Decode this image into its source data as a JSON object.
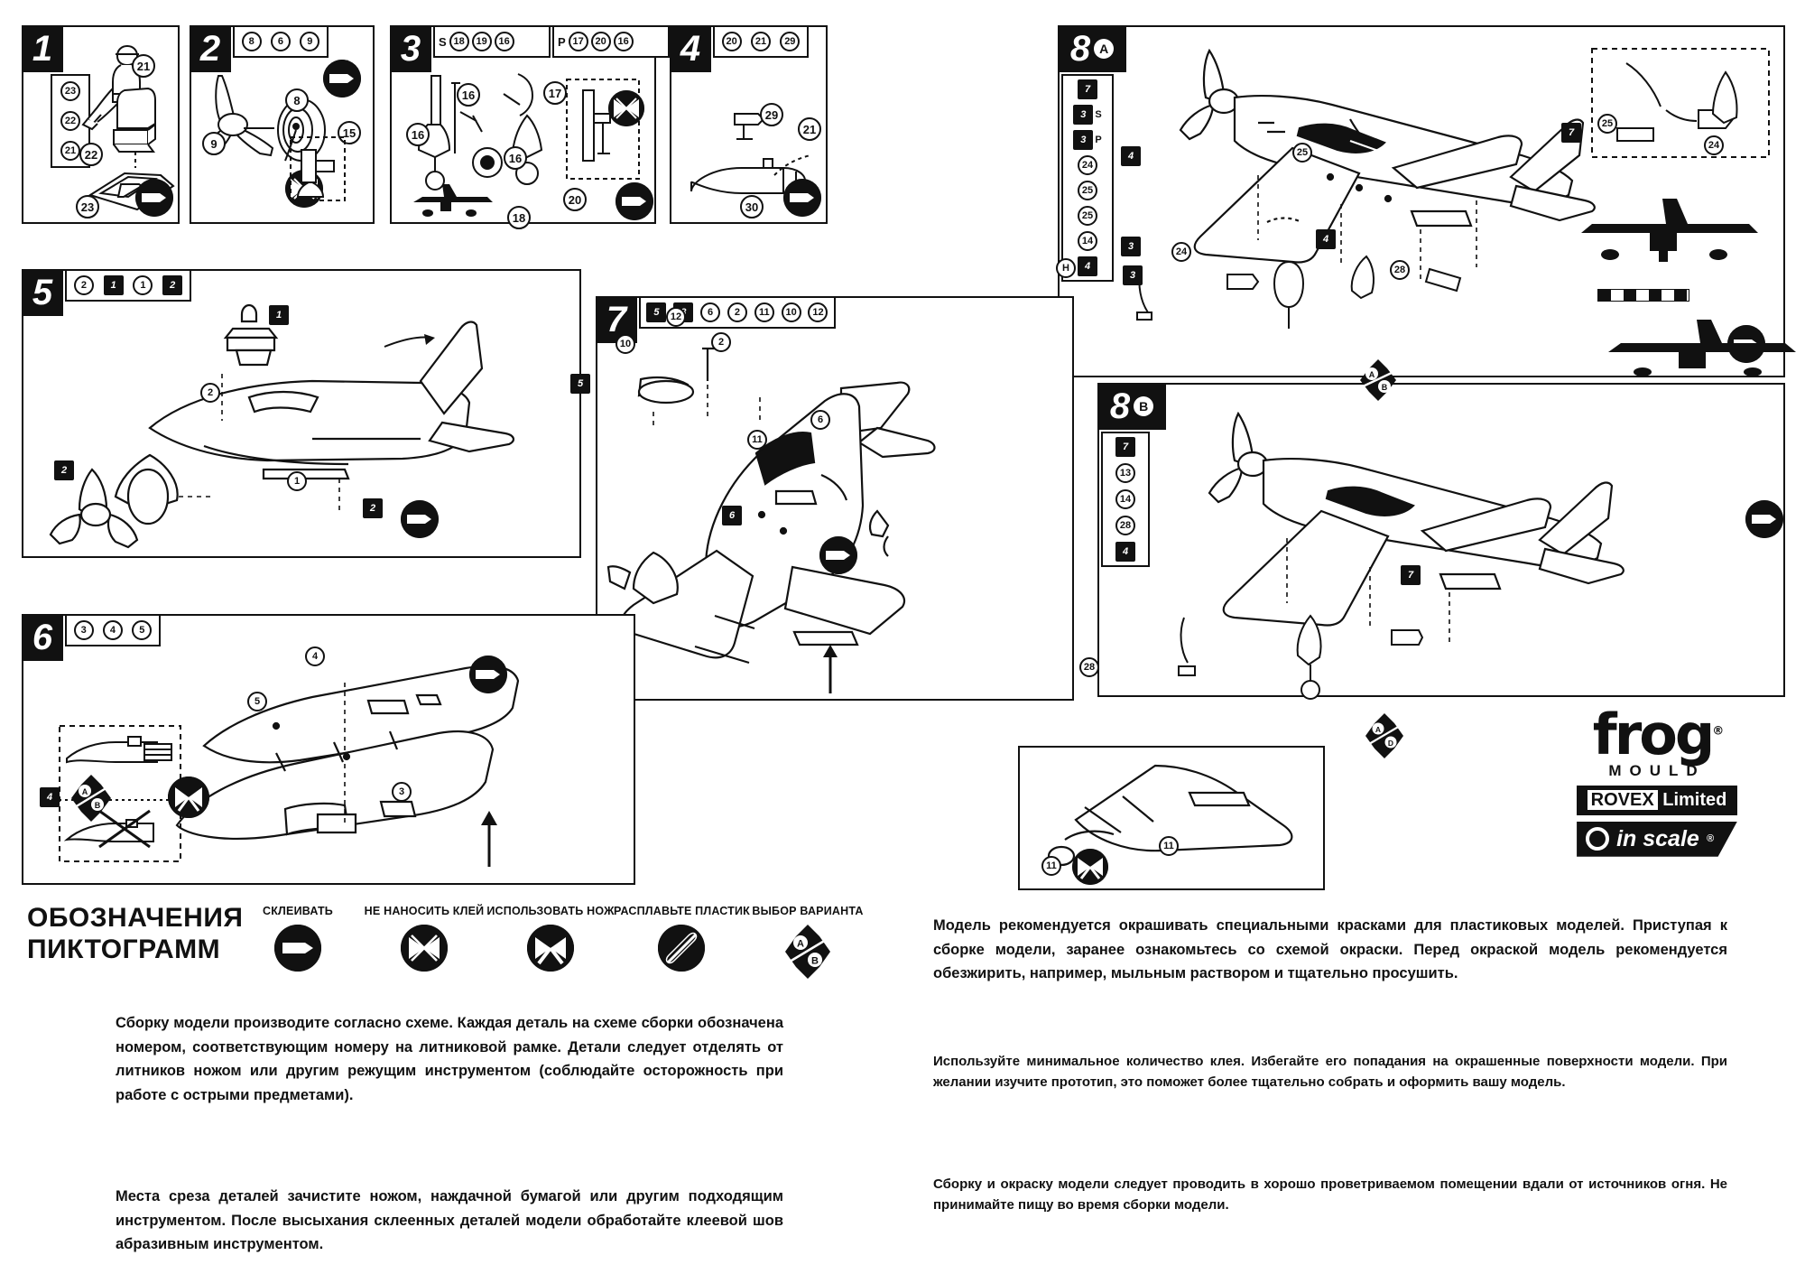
{
  "document": {
    "kind": "plastic-model-assembly-instructions",
    "brand": "frog",
    "language": "ru"
  },
  "steps": [
    {
      "id": "1",
      "number": "1",
      "parts": [
        "23",
        "22",
        "21"
      ],
      "callouts": [
        "21",
        "22",
        "23"
      ],
      "pictogram": "glue"
    },
    {
      "id": "2",
      "number": "2",
      "parts": [
        "8",
        "6",
        "9"
      ],
      "callouts": [
        "9",
        "8",
        "15"
      ],
      "pictogram": "glue"
    },
    {
      "id": "3",
      "number": "3",
      "parts_s_label": "S",
      "parts_s": [
        "18",
        "19",
        "16"
      ],
      "parts_p_label": "P",
      "parts_p": [
        "17",
        "20",
        "16"
      ],
      "callouts": [
        "16",
        "16",
        "17",
        "16",
        "20",
        "18"
      ],
      "pictogram": "glue"
    },
    {
      "id": "4",
      "number": "4",
      "parts": [
        "20",
        "21",
        "29"
      ],
      "callouts": [
        "29",
        "21",
        "30"
      ],
      "pictogram": "glue"
    },
    {
      "id": "5",
      "number": "5",
      "parts": [
        "2",
        "1",
        "1",
        "2"
      ],
      "callouts": [
        "1",
        "2",
        "2",
        "1",
        "2"
      ],
      "pictogram": "glue"
    },
    {
      "id": "6",
      "number": "6",
      "parts": [
        "3",
        "4",
        "5"
      ],
      "callouts": [
        "4",
        "5",
        "3"
      ],
      "pictogram": "glue"
    },
    {
      "id": "7",
      "number": "7",
      "parts": [
        "5",
        "8",
        "6",
        "2",
        "11",
        "10",
        "12"
      ],
      "callouts": [
        "10",
        "12",
        "2",
        "5",
        "6",
        "11",
        "6"
      ],
      "pictogram": "glue"
    },
    {
      "id": "8A",
      "number": "8",
      "variant": "A",
      "parts": [
        "7",
        "3",
        "3",
        "24",
        "25",
        "25",
        "14",
        "4"
      ],
      "parts_suffix": {
        "second": "S",
        "third": "P"
      },
      "callouts": [
        "4",
        "25",
        "7",
        "3",
        "24",
        "4",
        "3",
        "28",
        "H"
      ],
      "pictogram": "glue"
    },
    {
      "id": "8B",
      "number": "8",
      "variant": "B",
      "parts": [
        "7",
        "13",
        "14",
        "28",
        "4"
      ],
      "callouts": [
        "4",
        "4",
        "7",
        "14",
        "28",
        "11",
        "11",
        "A",
        "D"
      ],
      "pictogram": "glue"
    }
  ],
  "legend": {
    "title_line1": "ОБОЗНАЧЕНИЯ",
    "title_line2": "ПИКТОГРАММ",
    "items": [
      {
        "caption": "СКЛЕИВАТЬ",
        "icon": "glue-pictogram"
      },
      {
        "caption": "НЕ НАНОСИТЬ КЛЕЙ",
        "icon": "no-glue-pictogram"
      },
      {
        "caption": "ИСПОЛЬЗОВАТЬ НОЖ",
        "icon": "use-knife-pictogram"
      },
      {
        "caption": "РАСПЛАВЬТЕ ПЛАСТИК",
        "icon": "melt-plastic-pictogram"
      },
      {
        "caption": "ВЫБОР ВАРИАНТА",
        "icon": "variant-choice-pictogram",
        "labels": [
          "A",
          "B"
        ]
      }
    ]
  },
  "text": {
    "left": [
      "Сборку модели производите согласно схеме. Каждая деталь на схеме сборки обозначена номером, соответствующим номеру на литниковой рамке. Детали следует отделять от литников ножом или другим режущим инструментом (соблюдайте осторожность при работе с острыми предметами).",
      "Места среза деталей зачистите ножом, наждачной бумагой или другим подходящим инструментом. После высыхания склеенных деталей модели обработайте клеевой шов абразивным инструментом."
    ],
    "right": [
      "Модель рекомендуется окрашивать специальными красками для пластиковых моделей. Приступая к сборке модели, заранее ознакомьтесь со схемой окраски. Перед окраской модель рекомендуется обезжирить, например, мыльным раствором и тщательно просушить.",
      "Используйте минимальное количество клея. Избегайте его попадания на окрашенные поверхности модели. При желании изучите прототип, это поможет более тщательно собрать и оформить вашу модель.",
      "Сборку и окраску модели следует проводить в хорошо проветриваемом помещении вдали от источников огня. Не принимайте пищу во время сборки модели."
    ]
  },
  "logo": {
    "word": "frog",
    "registered": "®",
    "mould": "MOULD",
    "rovex": "ROVEX",
    "limited": "Limited",
    "in_scale": "in scale",
    "in_scale_reg": "®"
  },
  "colors": {
    "ink": "#111111",
    "paper": "#ffffff"
  }
}
